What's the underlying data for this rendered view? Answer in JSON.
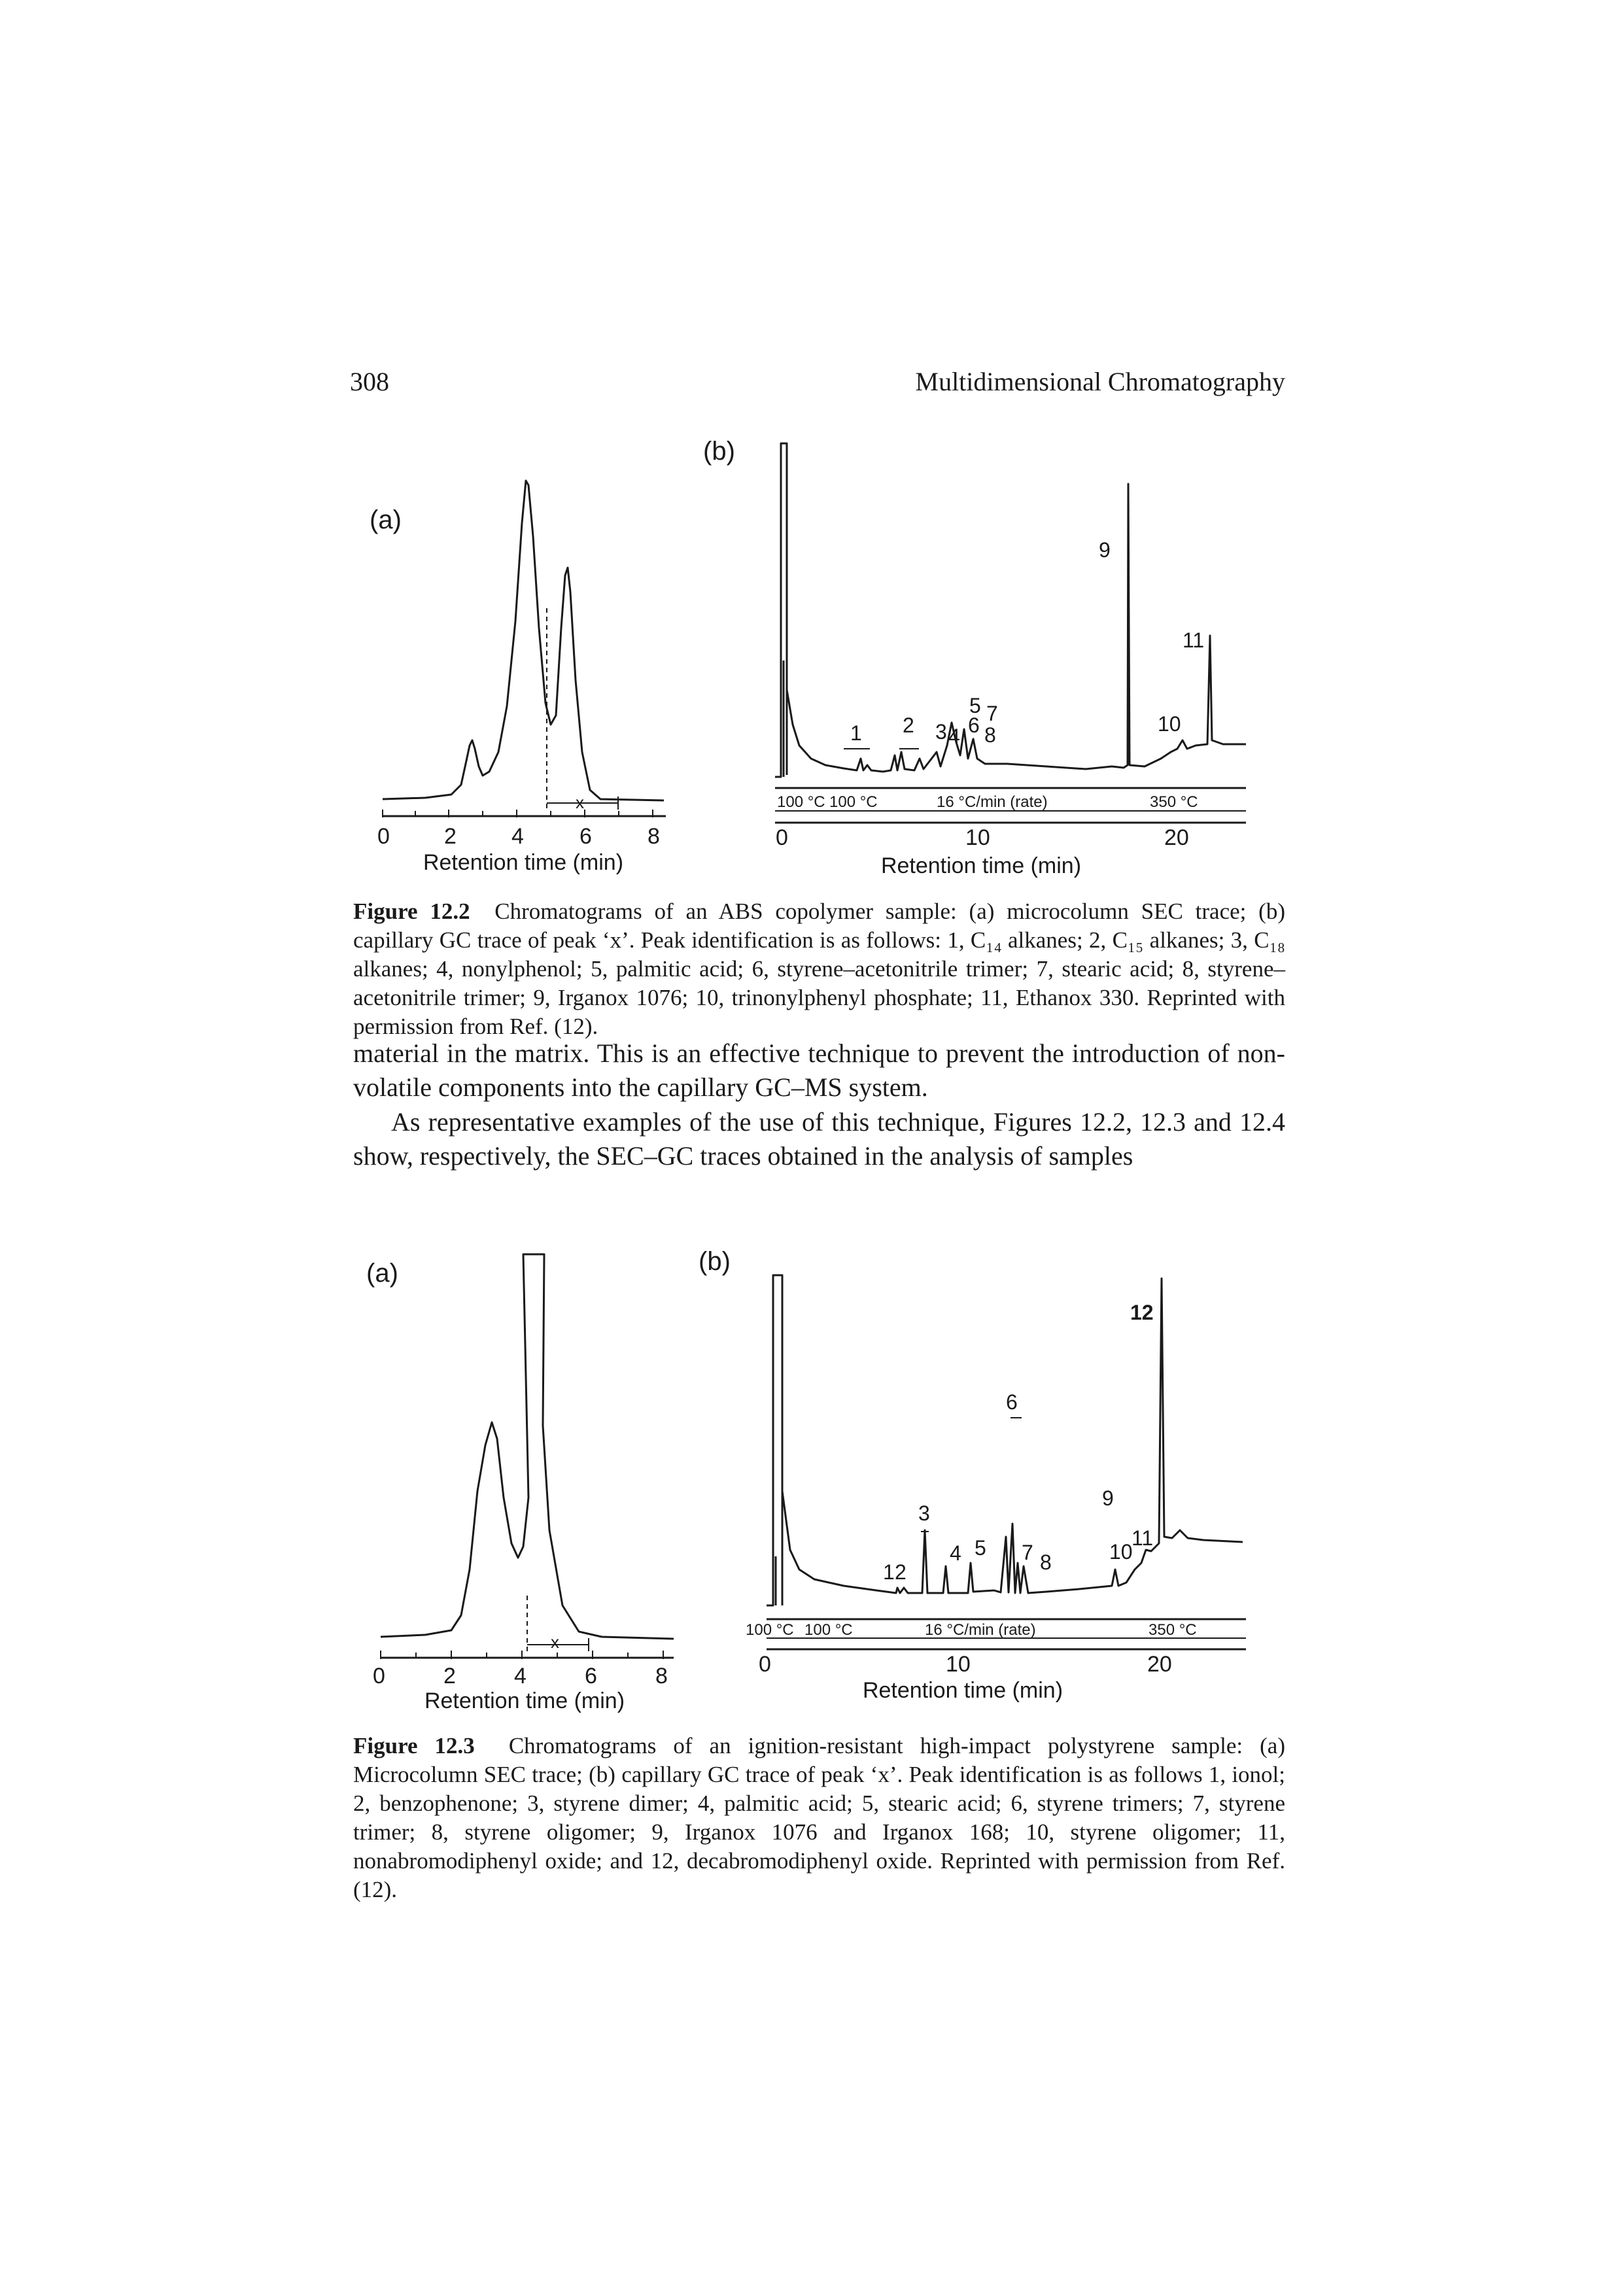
{
  "header": {
    "page_number": "308",
    "running_head": "Multidimensional Chromatography"
  },
  "figure_12_2": {
    "panel_a": {
      "label": "(a)",
      "x_ticks": [
        "0",
        "2",
        "4",
        "6",
        "8"
      ],
      "xlabel": "Retention time (min)",
      "fraction_marker": "x"
    },
    "panel_b": {
      "label": "(b)",
      "peak_labels": [
        "1",
        "2",
        "3",
        "4",
        "5",
        "6",
        "7",
        "8",
        "9",
        "10",
        "11"
      ],
      "temp_program": [
        "100 °C",
        "100 °C",
        "16 °C/min (rate)",
        "350 °C"
      ],
      "x_ticks": [
        "0",
        "10",
        "20"
      ],
      "xlabel": "Retention time (min)"
    },
    "caption": {
      "figure_label": "Figure 12.2",
      "text": "Chromatograms of an ABS copolymer sample: (a) microcolumn SEC trace; (b) capillary GC trace of peak ‘x’. Peak identification is as follows: 1, C₁₄ alkanes; 2, C₁₅ alkanes; 3, C₁₈ alkanes; 4, nonylphenol; 5, palmitic acid; 6, styrene–acetonitrile trimer; 7, stearic acid; 8, styrene–acetonitrile trimer; 9, Irganox 1076; 10, trinonylphenyl phosphate; 11, Ethanox 330. Reprinted with permission from Ref. (12)."
    }
  },
  "body": {
    "paragraph_1": "material in the matrix. This is an effective technique to prevent the introduction of non-volatile components into the capillary GC–MS system.",
    "paragraph_2": "As representative examples of the use of this technique, Figures 12.2, 12.3 and 12.4 show, respectively, the SEC–GC traces obtained in the analysis of samples"
  },
  "figure_12_3": {
    "panel_a": {
      "label": "(a)",
      "x_ticks": [
        "0",
        "2",
        "4",
        "6",
        "8"
      ],
      "xlabel": "Retention time (min)",
      "fraction_marker": "x"
    },
    "panel_b": {
      "label": "(b)",
      "peak_labels": [
        "1",
        "2",
        "3",
        "4",
        "5",
        "6",
        "7",
        "8",
        "9",
        "10",
        "11",
        "12"
      ],
      "temp_program": [
        "100 °C",
        "100 °C",
        "16 °C/min (rate)",
        "350 °C"
      ],
      "x_ticks": [
        "0",
        "10",
        "20"
      ],
      "xlabel": "Retention time (min)"
    },
    "caption": {
      "figure_label": "Figure 12.3",
      "text": "Chromatograms of an ignition-resistant high-impact polystyrene sample: (a) Microcolumn SEC trace; (b) capillary GC trace of peak ‘x’. Peak identification is as follows 1, ionol; 2, benzophenone; 3, styrene dimer; 4, palmitic acid; 5, stearic acid; 6, styrene trimers; 7, styrene trimer; 8, styrene oligomer; 9, Irganox 1076 and Irganox 168; 10, styrene oligomer; 11, nonabromodiphenyl oxide; and 12, decabromodiphenyl oxide. Reprinted with permission from Ref. (12)."
    }
  }
}
